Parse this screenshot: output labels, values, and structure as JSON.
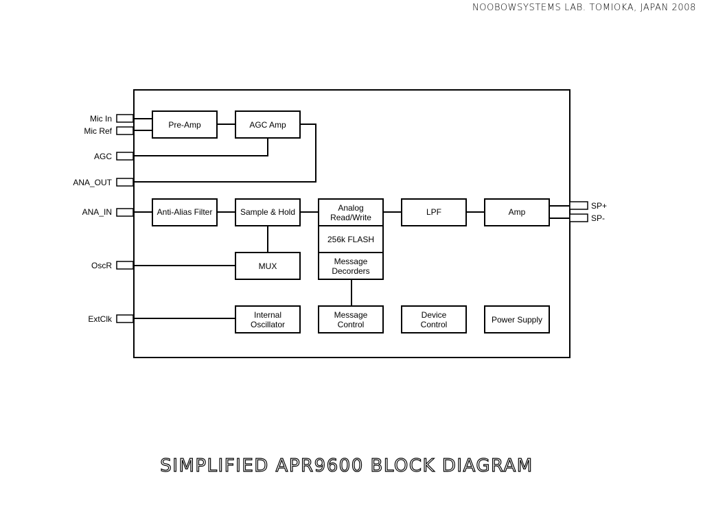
{
  "credit": "NOOBOWSYSTEMS LAB. TOMIOKA, JAPAN 2008",
  "title": "SIMPLIFIED APR9600 BLOCK DIAGRAM",
  "pins": {
    "mic_in": "Mic In",
    "mic_ref": "Mic Ref",
    "agc": "AGC",
    "ana_out": "ANA_OUT",
    "ana_in": "ANA_IN",
    "oscr": "OscR",
    "extclk": "ExtClk",
    "sp_plus": "SP+",
    "sp_minus": "SP-"
  },
  "blocks": {
    "pre_amp": [
      "Pre-Amp"
    ],
    "agc_amp": [
      "AGC Amp"
    ],
    "anti_alias": [
      "Anti-Alias Filter"
    ],
    "sample_hold": [
      "Sample & Hold"
    ],
    "analog_rw": [
      "Analog",
      "Read/Write"
    ],
    "flash": [
      "256k FLASH"
    ],
    "msg_decoders": [
      "Message",
      "Decorders"
    ],
    "lpf": [
      "LPF"
    ],
    "amp": [
      "Amp"
    ],
    "mux": [
      "MUX"
    ],
    "int_osc": [
      "Internal",
      "Oscillator"
    ],
    "msg_control": [
      "Message",
      "Control"
    ],
    "device_control": [
      "Device",
      "Control"
    ],
    "power_supply": [
      "Power Supply"
    ]
  }
}
